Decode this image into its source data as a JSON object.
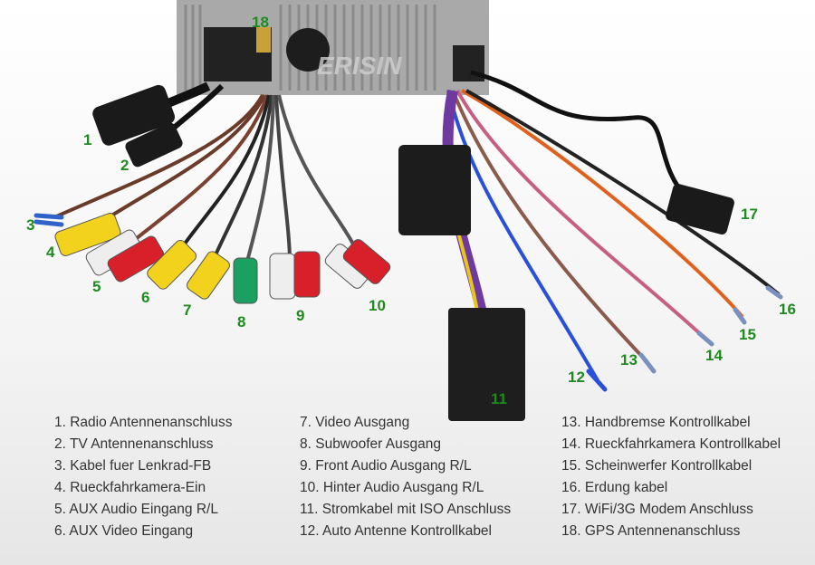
{
  "brand_logo": "ERISIN",
  "callouts": [
    "1",
    "2",
    "3",
    "4",
    "5",
    "6",
    "7",
    "8",
    "9",
    "10",
    "11",
    "12",
    "13",
    "14",
    "15",
    "16",
    "17",
    "18"
  ],
  "legend": {
    "col1": [
      "1. Radio Antennenanschluss",
      "2. TV Antennenanschluss",
      "3. Kabel fuer Lenkrad-FB",
      "4. Rueckfahrkamera-Ein",
      "5. AUX Audio Eingang R/L",
      "6. AUX Video Eingang"
    ],
    "col2": [
      "7. Video Ausgang",
      "8. Subwoofer Ausgang",
      "9. Front Audio Ausgang R/L",
      "10. Hinter Audio Ausgang R/L",
      "11. Stromkabel mit ISO Anschluss",
      "12. Auto Antenne Kontrollkabel"
    ],
    "col3": [
      "13. Handbremse Kontrollkabel",
      "14. Rueckfahrkamera Kontrollkabel",
      "15. Scheinwerfer Kontrollkabel",
      "16. Erdung kabel",
      "17. WiFi/3G Modem Anschluss",
      "18. GPS Antennenanschluss"
    ]
  },
  "colors": {
    "label_green": "#1f8a1f",
    "yellow": "#f2d21c",
    "red": "#d8202a",
    "white": "#eeeeee",
    "green": "#1aa060"
  }
}
